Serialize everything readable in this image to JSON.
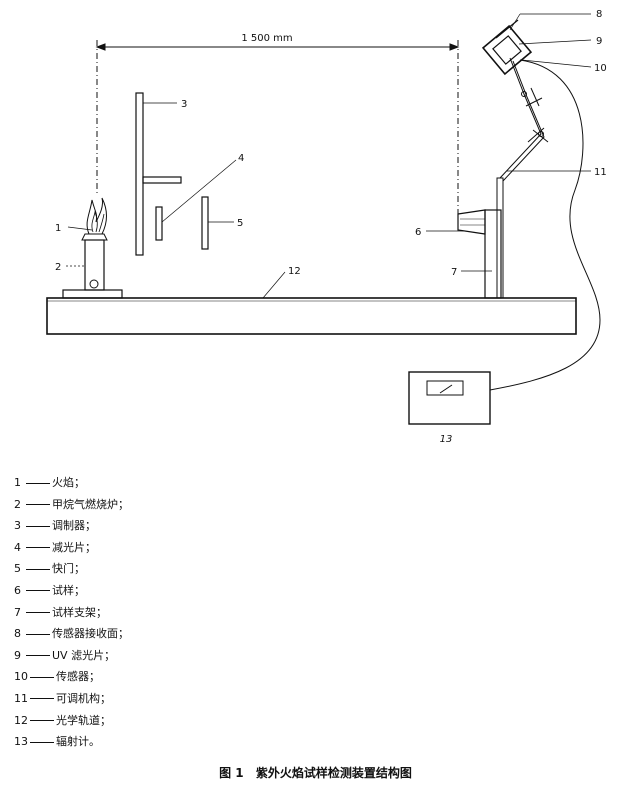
{
  "dimension": "1 500 mm",
  "callouts": [
    "1",
    "2",
    "3",
    "4",
    "5",
    "6",
    "7",
    "8",
    "9",
    "10",
    "11",
    "12",
    "13"
  ],
  "legend": [
    {
      "num": "1",
      "text": "火焰；"
    },
    {
      "num": "2",
      "text": "甲烷气燃烧炉；"
    },
    {
      "num": "3",
      "text": "调制器；"
    },
    {
      "num": "4",
      "text": "减光片；"
    },
    {
      "num": "5",
      "text": "快门；"
    },
    {
      "num": "6",
      "text": "试样；"
    },
    {
      "num": "7",
      "text": "试样支架；"
    },
    {
      "num": "8",
      "text": "传感器接收面；"
    },
    {
      "num": "9",
      "text": "UV 滤光片；"
    },
    {
      "num": "10",
      "text": "传感器；"
    },
    {
      "num": "11",
      "text": "可调机构；"
    },
    {
      "num": "12",
      "text": "光学轨道；"
    },
    {
      "num": "13",
      "text": "辐射计。"
    }
  ],
  "caption": {
    "number": "图 1",
    "title": "紫外火焰试样检测装置结构图"
  }
}
